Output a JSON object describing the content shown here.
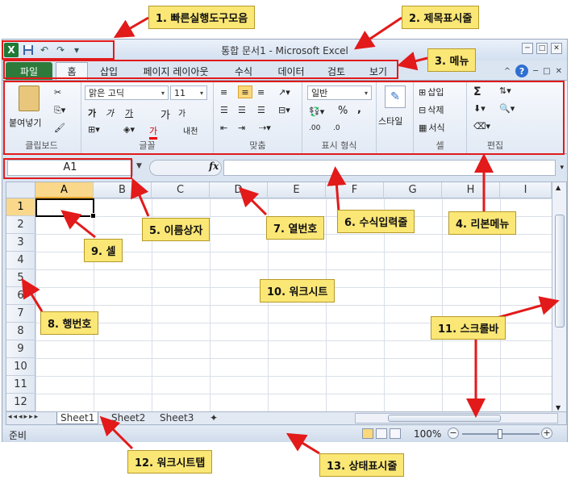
{
  "app": {
    "title": "통합 문서1  -  Microsoft Excel",
    "logo": "X"
  },
  "qat": {
    "save": "save-icon",
    "undo": "undo-icon",
    "redo": "redo-icon",
    "customize": "dropdown-icon"
  },
  "window_controls": {
    "minimize": "─",
    "restore": "□",
    "close": "✕"
  },
  "menu": {
    "tabs": [
      "파일",
      "홈",
      "삽입",
      "페이지 레이아웃",
      "수식",
      "데이터",
      "검토",
      "보기"
    ],
    "active": "홈",
    "right_icons": [
      "^",
      "?",
      "─",
      "□",
      "✕"
    ]
  },
  "ribbon": {
    "clipboard": {
      "label": "클립보드",
      "paste": "붙여넣기"
    },
    "font": {
      "label": "글꼴",
      "font_name": "맑은 고딕",
      "font_size": "11",
      "bold": "가",
      "italic": "가",
      "underline": "가",
      "grow": "가",
      "shrink": "가",
      "font_color": "가",
      "phonetic": "내천"
    },
    "alignment": {
      "label": "맞춤"
    },
    "number": {
      "label": "표시 형식",
      "format": "일반",
      "percent": "%",
      "comma": ",",
      "inc_decimal": ".00",
      "dec_decimal": ".0"
    },
    "styles": {
      "label": "스타일"
    },
    "cells": {
      "label": "셀",
      "insert": "삽입",
      "delete": "삭제",
      "format": "서식"
    },
    "editing": {
      "label": "편집",
      "sum": "Σ"
    }
  },
  "formula_bar": {
    "name_box": "A1",
    "fx": "fx",
    "value": ""
  },
  "grid": {
    "columns": [
      "A",
      "B",
      "C",
      "D",
      "E",
      "F",
      "G",
      "H",
      "I"
    ],
    "rows": [
      "1",
      "2",
      "3",
      "4",
      "5",
      "6",
      "7",
      "8",
      "9",
      "10",
      "11",
      "12"
    ],
    "selected_column": "A",
    "selected_row": "1"
  },
  "sheets": {
    "tabs": [
      "Sheet1",
      "Sheet2",
      "Sheet3"
    ],
    "active": "Sheet1",
    "nav": "◂◂◂▸▸▸"
  },
  "status": {
    "text": "준비",
    "zoom": "100%",
    "minus": "−",
    "plus": "+"
  },
  "annotations": [
    "1. 빠른실행도구모음",
    "2. 제목표시줄",
    "3. 메뉴",
    "4. 리본메뉴",
    "5. 이름상자",
    "6. 수식입력줄",
    "7. 열번호",
    "8. 행번호",
    "9. 셀",
    "10. 워크시트",
    "11. 스크롤바",
    "12. 워크시트탭",
    "13. 상태표시줄"
  ],
  "colors": {
    "annotation_fill": "#fbe776",
    "annotation_border": "#e21a1a",
    "file_tab": "#2d7a3b",
    "selection": "#f9d88b"
  }
}
